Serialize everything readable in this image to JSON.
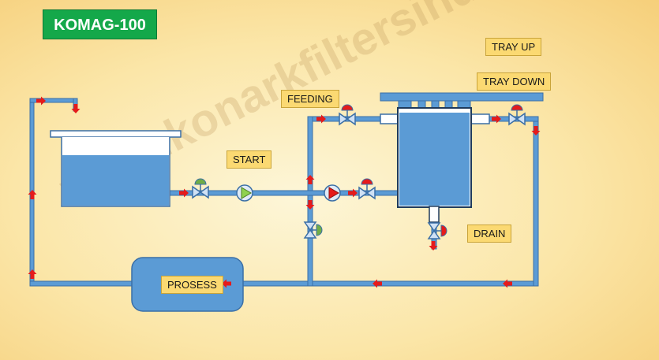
{
  "brand": {
    "title": "KOMAG-100"
  },
  "watermark": "www.konarkfiltersindia.com",
  "labels": {
    "start": "START",
    "feeding": "FEEDING",
    "tray_up": "TRAY UP",
    "tray_down": "TRAY DOWN",
    "drain": "DRAIN",
    "process": "PROSESS"
  },
  "colors": {
    "pipe": "#5b9bd5",
    "pipe_edge": "#3b6fa6",
    "water": "#5b9bd5",
    "flow_arrow": "#e51b1b",
    "pump_running": "#8fd14f",
    "pump_stopped": "#e51b1b",
    "actuator_green": "#70ad47",
    "actuator_red": "#e51b1b",
    "label_bg": "#fbd972",
    "brand_bg": "#14a84a"
  }
}
